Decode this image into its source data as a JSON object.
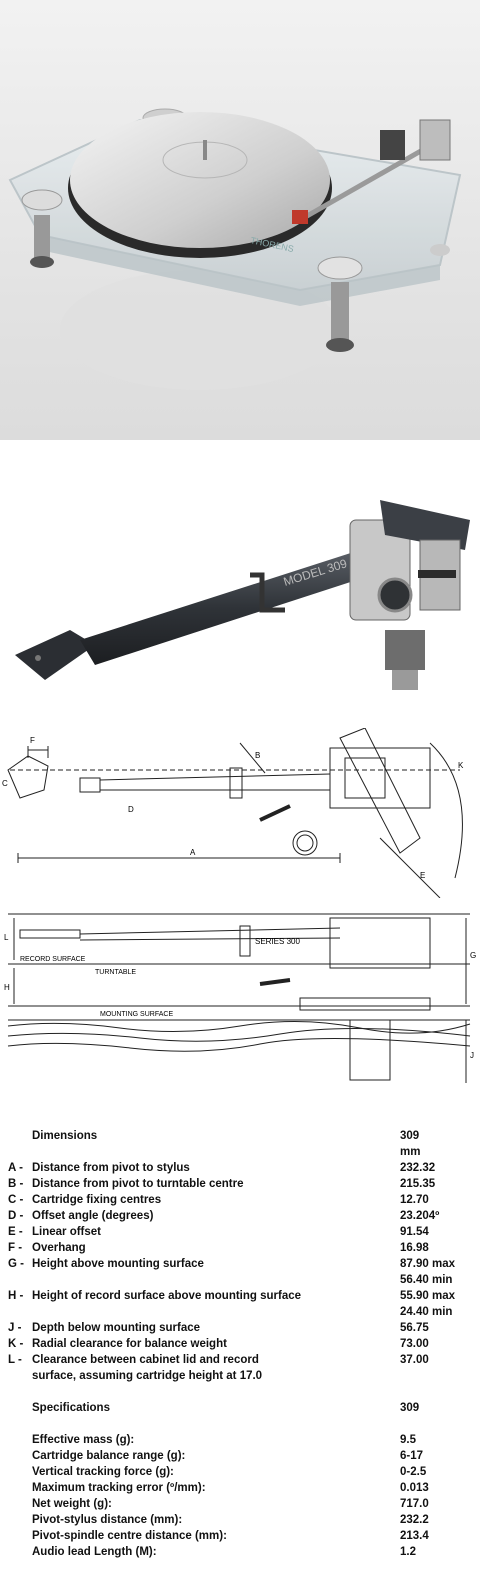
{
  "diagram_labels": {
    "top": {
      "f": "F",
      "c": "C",
      "d": "D",
      "a": "A",
      "b": "B",
      "e": "E",
      "k": "K"
    },
    "side": {
      "l": "L",
      "h": "H",
      "g": "G",
      "j": "J",
      "record_surface": "RECORD SURFACE",
      "turntable": "TURNTABLE",
      "mounting_surface": "MOUNTING SURFACE",
      "arm_text": "SERIES 300"
    }
  },
  "dimensions": {
    "heading": "Dimensions",
    "model": "309",
    "unit": "mm",
    "rows": [
      {
        "letter": "A -",
        "label": "Distance from pivot to stylus",
        "value": "232.32"
      },
      {
        "letter": "B -",
        "label": "Distance from pivot to turntable centre",
        "value": "215.35"
      },
      {
        "letter": "C -",
        "label": "Cartridge fixing centres",
        "value": "12.70"
      },
      {
        "letter": "D -",
        "label": "Offset angle (degrees)",
        "value": "23.204º"
      },
      {
        "letter": "E -",
        "label": "Linear offset",
        "value": "91.54"
      },
      {
        "letter": "F -",
        "label": "Overhang",
        "value": "16.98"
      },
      {
        "letter": "G -",
        "label": "Height above mounting surface",
        "value": "87.90 max",
        "value2": "56.40 min"
      },
      {
        "letter": "H -",
        "label": "Height of record surface above mounting surface",
        "value": "55.90 max",
        "value2": "24.40 min"
      },
      {
        "letter": "J -",
        "label": "Depth below mounting surface",
        "value": "56.75"
      },
      {
        "letter": "K -",
        "label": "Radial clearance for balance weight",
        "value": "73.00"
      },
      {
        "letter": "L -",
        "label": "Clearance between cabinet lid and record",
        "label2": "surface, assuming cartridge height at 17.0",
        "value": "37.00"
      }
    ]
  },
  "specifications": {
    "heading": "Specifications",
    "model": "309",
    "rows": [
      {
        "label": "Effective mass (g):",
        "value": "9.5"
      },
      {
        "label": "Cartridge balance range (g):",
        "value": "6-17"
      },
      {
        "label": "Vertical tracking force (g):",
        "value": "0-2.5"
      },
      {
        "label": "Maximum tracking error (º/mm):",
        "value": "0.013"
      },
      {
        "label": "Net weight (g):",
        "value": "717.0"
      },
      {
        "label": "Pivot-stylus distance (mm):",
        "value": "232.2"
      },
      {
        "label": "Pivot-spindle centre distance (mm):",
        "value": "213.4"
      },
      {
        "label": "Audio lead Length (M):",
        "value": "1.2"
      }
    ]
  }
}
